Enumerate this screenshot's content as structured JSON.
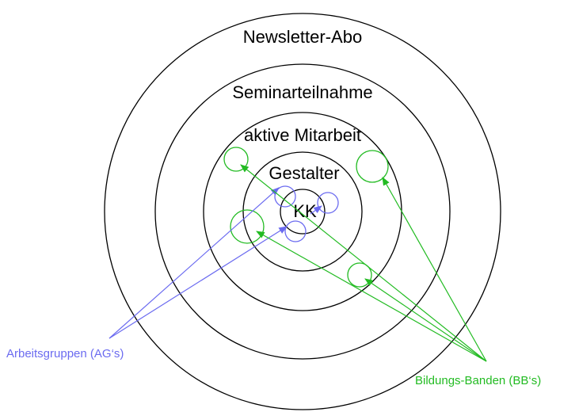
{
  "rings": [
    {
      "label": "Newsletter-Abo"
    },
    {
      "label": "Seminarteilnahme"
    },
    {
      "label": "aktive Mitarbeit"
    },
    {
      "label": "Gestalter"
    },
    {
      "label": "KK"
    }
  ],
  "groups": {
    "ag": {
      "label": "Arbeitsgruppen (AG‘s)",
      "color": "#6b6bf0"
    },
    "bb": {
      "label": "Bildungs-Banden (BB‘s)",
      "color": "#22bb22"
    }
  },
  "colors": {
    "ring": "#000000",
    "background": "#ffffff"
  }
}
